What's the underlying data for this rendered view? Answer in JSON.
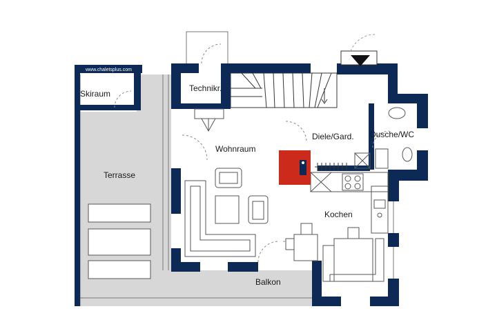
{
  "watermark": "www.chaletsplus.com",
  "rooms": {
    "skiraum": "Skiraum",
    "technik": "Technikr.",
    "terrasse": "Terrasse",
    "wohnraum": "Wohnraum",
    "diele": "Diele/Gard.",
    "dusche": "Dusche/WC",
    "kochen": "Kochen",
    "balkon": "Balkon"
  },
  "colors": {
    "wall": "#0c2a55",
    "floor_grey": "#d7d7d7",
    "stove": "#cc2a1a",
    "line": "#555555"
  }
}
